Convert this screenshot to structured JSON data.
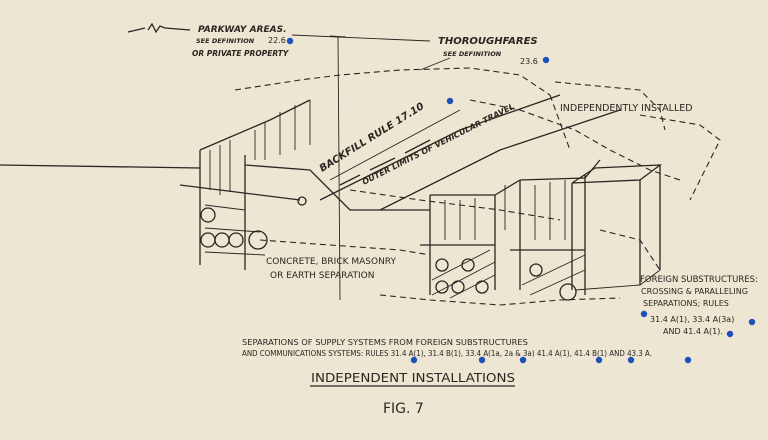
{
  "labels": {
    "parkway_line1": "PARKWAY AREAS.",
    "parkway_line2": "SEE DEFINITION",
    "parkway_ref": "22.6",
    "parkway_line3": "OR PRIVATE PROPERTY",
    "thoroughfares": "THOROUGHFARES",
    "thoroughfares_def": "SEE DEFINITION",
    "thoroughfares_ref": "23.6",
    "backfill": "BACKFILL RULE 17.10",
    "outer_limits": "OUTER LIMITS OF VEHICULAR TRAVEL",
    "independently_installed": "INDEPENDENTLY INSTALLED",
    "concrete_line1": "CONCRETE, BRICK MASONRY",
    "concrete_line2": "OR EARTH SEPARATION",
    "foreign_line1": "FOREIGN SUBSTRUCTURES:",
    "foreign_line2": "CROSSING & PARALLELING",
    "foreign_line3": "SEPARATIONS; RULES",
    "foreign_line4": "31.4 A(1), 33.4 A(3a)",
    "foreign_line5": "AND 41.4 A(1).",
    "separations_line1": "SEPARATIONS OF SUPPLY SYSTEMS FROM FOREIGN SUBSTRUCTURES",
    "separations_line2": "AND COMMUNICATIONS SYSTEMS: RULES 31.4 A(1), 31.4 B(1), 33.4 A(1a, 2a & 3a) 41.4 A(1), 41.4 B(1) AND 43.3 A.",
    "title": "INDEPENDENT INSTALLATIONS",
    "figure": "FIG. 7"
  },
  "colors": {
    "paper": "#ede6d2",
    "ink": "#2a2622",
    "marker": "#1f4fb8"
  }
}
